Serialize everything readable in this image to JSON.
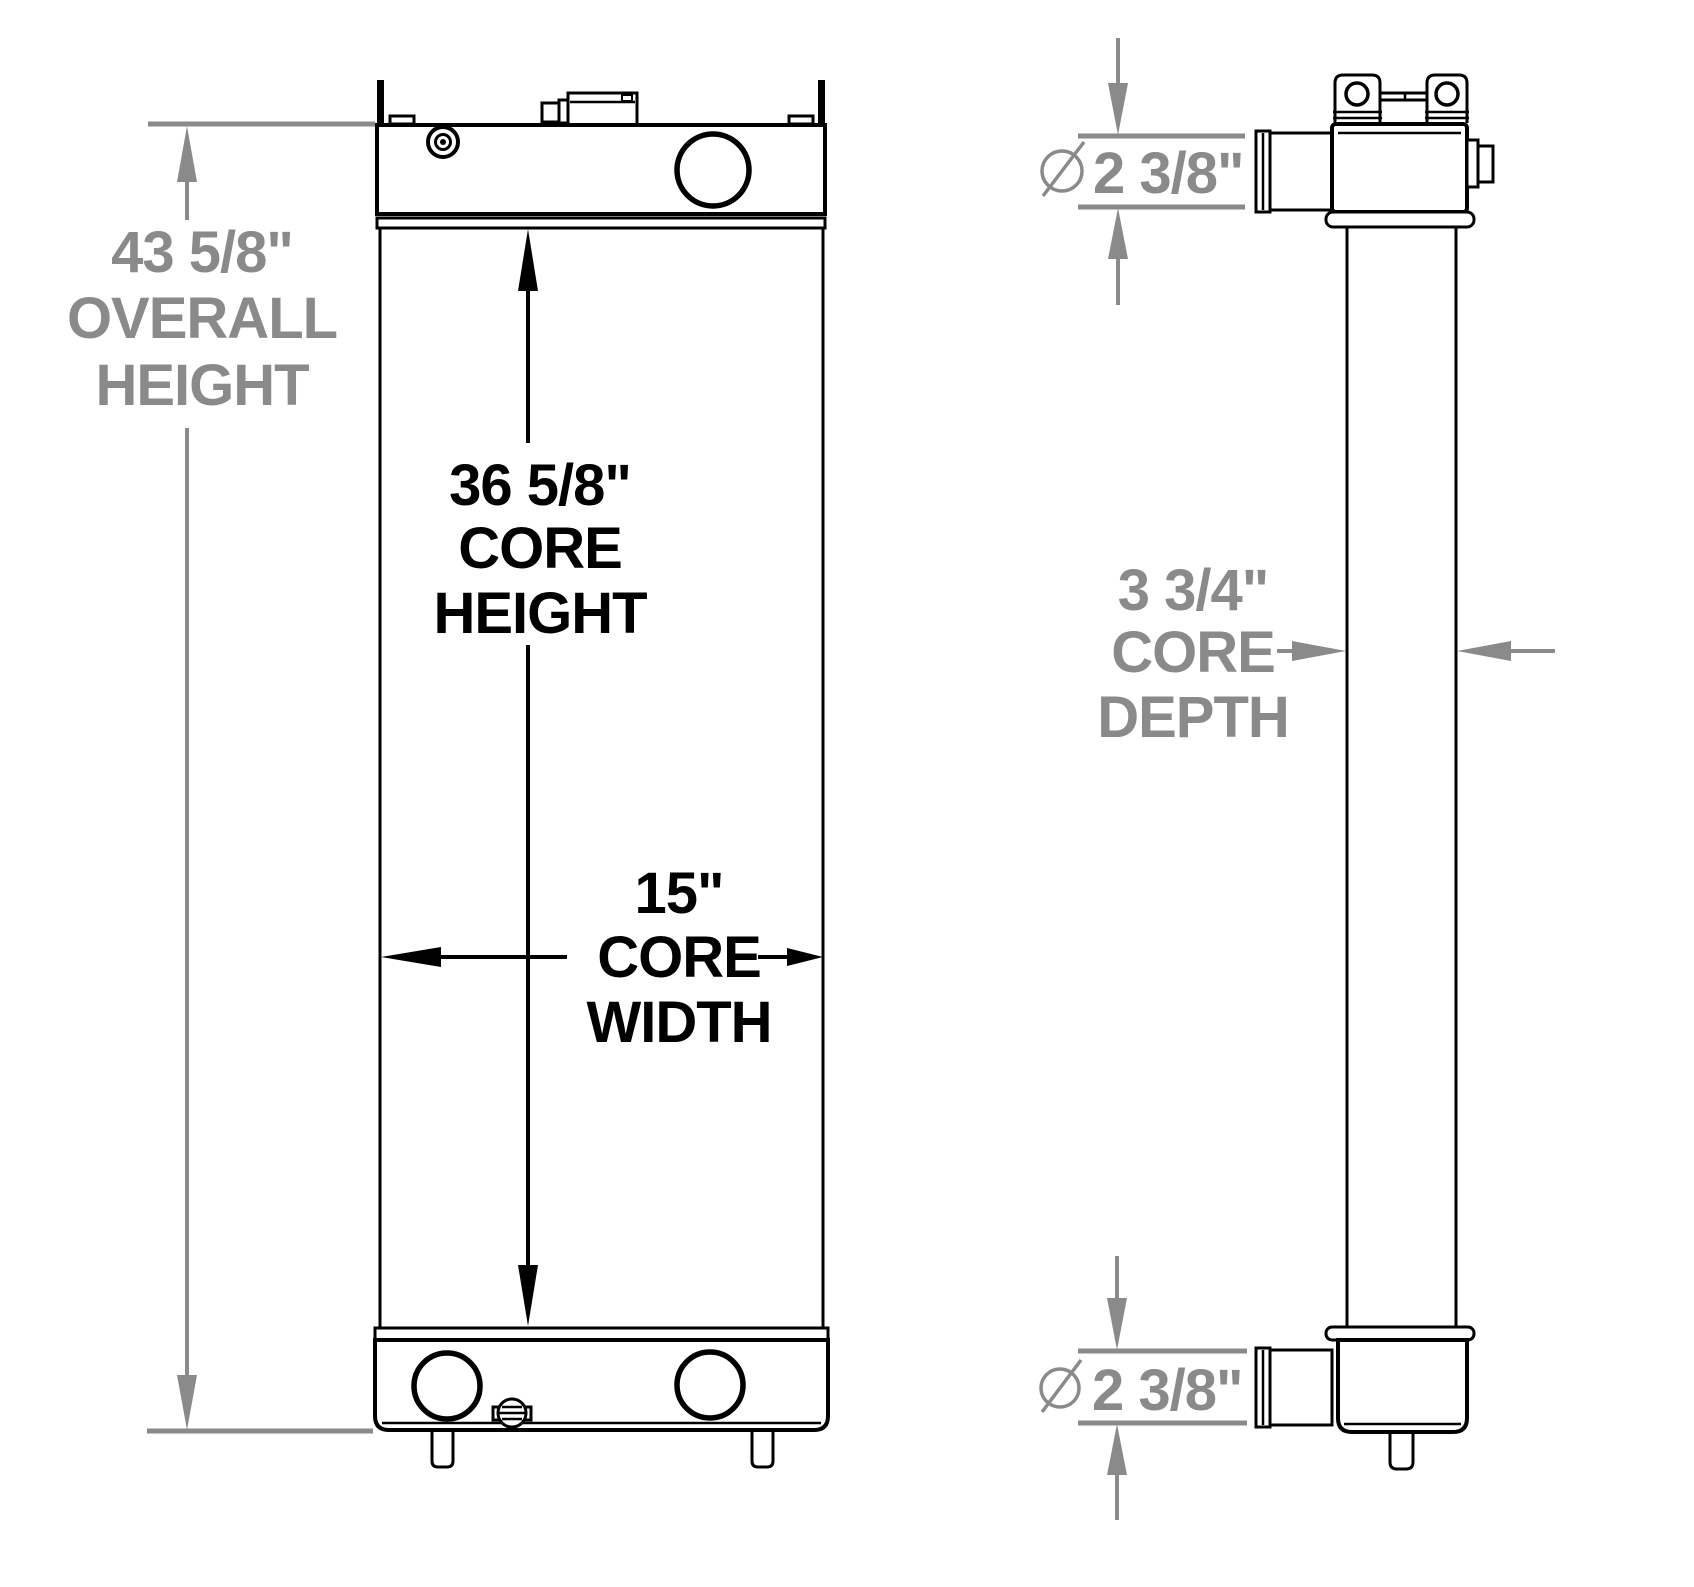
{
  "drawing": {
    "type": "radiator dimensional drawing",
    "background_color": "#ffffff",
    "outline_color": "#000000",
    "dimension_color": "#8a8a8a"
  },
  "front_view": {
    "overall_height": {
      "line1": "43 5/8\"",
      "line2": "OVERALL",
      "line3": "HEIGHT"
    },
    "core_height": {
      "line1": "36 5/8\"",
      "line2": "CORE",
      "line3": "HEIGHT"
    },
    "core_width": {
      "line1": "15\"",
      "line2": "CORE",
      "line3": "WIDTH"
    }
  },
  "side_view": {
    "core_depth": {
      "line1": "3 3/4\"",
      "line2": "CORE",
      "line3": "DEPTH"
    },
    "top_port_diameter": {
      "symbol": "⌀",
      "value": "2 3/8\""
    },
    "bottom_port_diameter": {
      "symbol": "⌀",
      "value": "2 3/8\""
    }
  }
}
